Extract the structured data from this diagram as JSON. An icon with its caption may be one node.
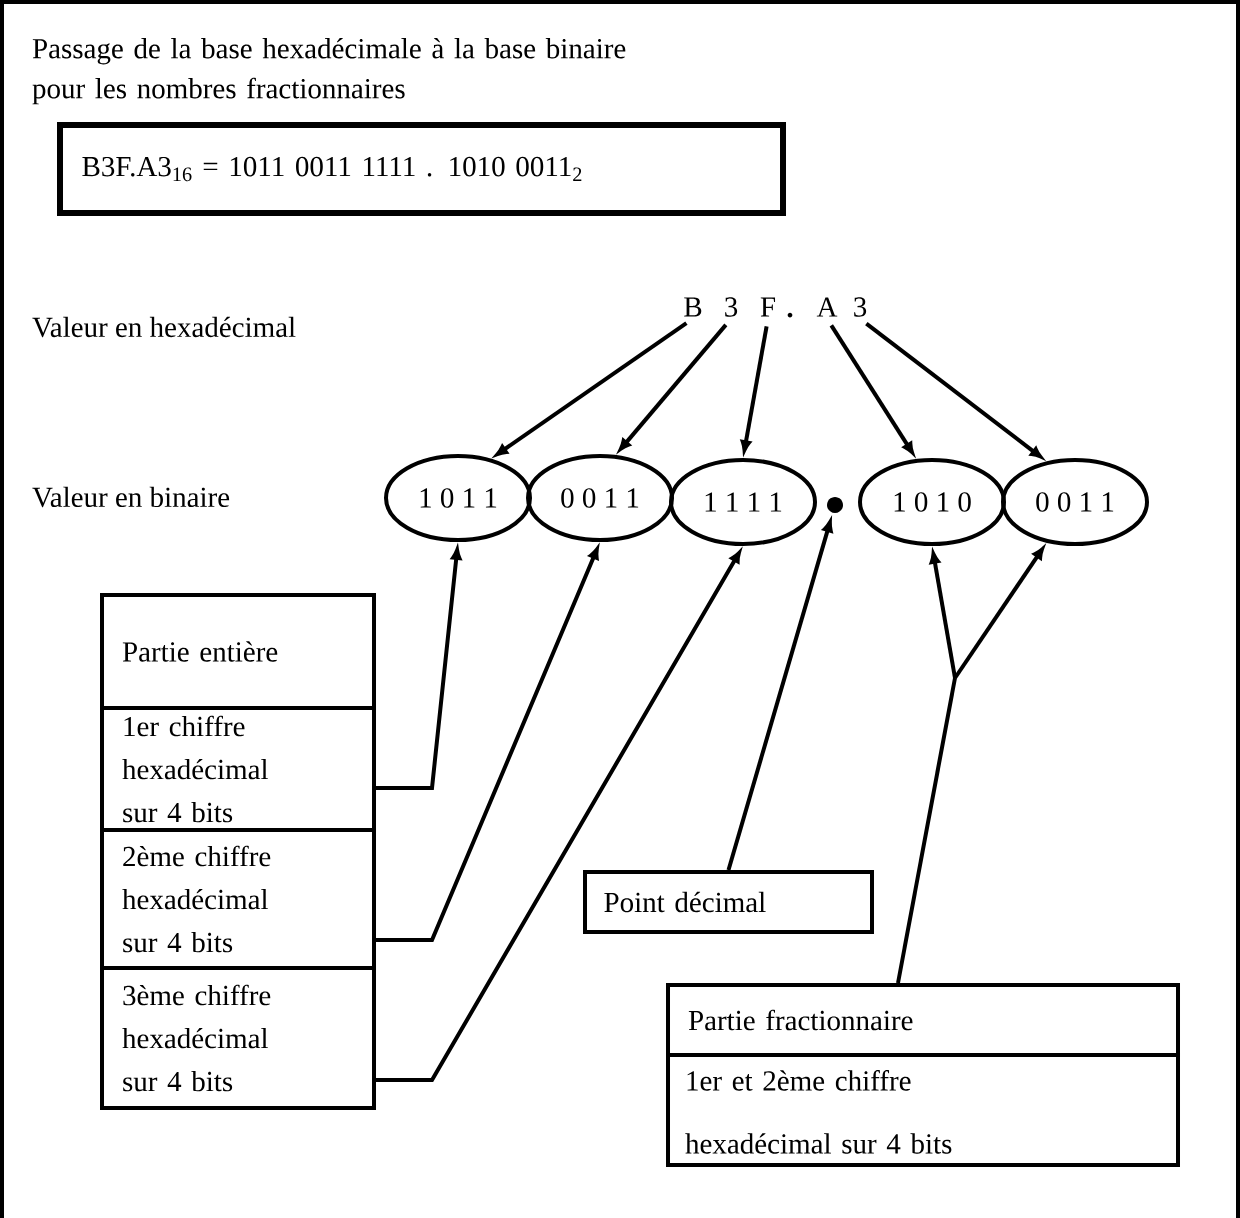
{
  "diagram": {
    "title": "Passage de la base hexadécimale à la base binaire pour les nombres fractionnaires",
    "nodes": [
      {
        "text": [
          "B3F.A3$_{16}$ = 1011 0011 1111 . 1010 0011$_{2}$"
        ]
      },
      {
        "text": [
          "B"
        ]
      },
      {
        "text": [
          "3"
        ]
      },
      {
        "text": [
          "F"
        ]
      },
      {
        "text": [
          "A"
        ]
      },
      {
        "text": [
          "3"
        ]
      },
      {
        "text": [
          "1 0 1 1"
        ]
      },
      {
        "text": [
          "0 0 1 1"
        ]
      },
      {
        "text": [
          "1 1 1 1"
        ]
      },
      {
        "text": [],
        "shape": "circle"
      },
      {
        "text": [
          "1 0 1 0"
        ]
      },
      {
        "text": [
          "0 0 1 1"
        ]
      },
      {
        "text": [
          "Partie entière"
        ]
      },
      {
        "text": [
          "1er chiffre hexadécimal sur 4 bits"
        ]
      },
      {
        "text": [
          "2ème chiffre hexadécimal sur 4 bits"
        ]
      },
      {
        "text": [
          "3ème chiffre hexadécimal sur 4 bits"
        ]
      },
      {
        "text": [
          "Point décimal"
        ]
      },
      {
        "text": [
          "Partie fractionnaire"
        ]
      },
      {
        "text": [
          "1er et 2ème chiffre hexadécimal sur 4 bits"
        ]
      }
    ],
    "edges": [
      {
        "from": 1,
        "to": 6,
        "arrow": "to"
      },
      {
        "from": 2,
        "to": 7,
        "arrow": "to"
      },
      {
        "from": 3,
        "to": 8,
        "arrow": "to"
      },
      {
        "from": 4,
        "to": 10,
        "arrow": "to"
      },
      {
        "from": 5,
        "to": 11,
        "arrow": "to"
      },
      {
        "from": 13,
        "to": 6,
        "arrow": "to"
      },
      {
        "from": 14,
        "to": 7,
        "arrow": "to"
      },
      {
        "from": 15,
        "to": 8,
        "arrow": "to"
      },
      {
        "from": 16,
        "to": 9,
        "arrow": "to"
      },
      {
        "from": 17,
        "to": 10,
        "arrow": "to"
      },
      {
        "from": 17,
        "to": 11,
        "arrow": "to"
      }
    ],
    "labels": [
      "Valeur en hexadécimal",
      "Valeur en binaire",
      "."
    ]
  }
}
